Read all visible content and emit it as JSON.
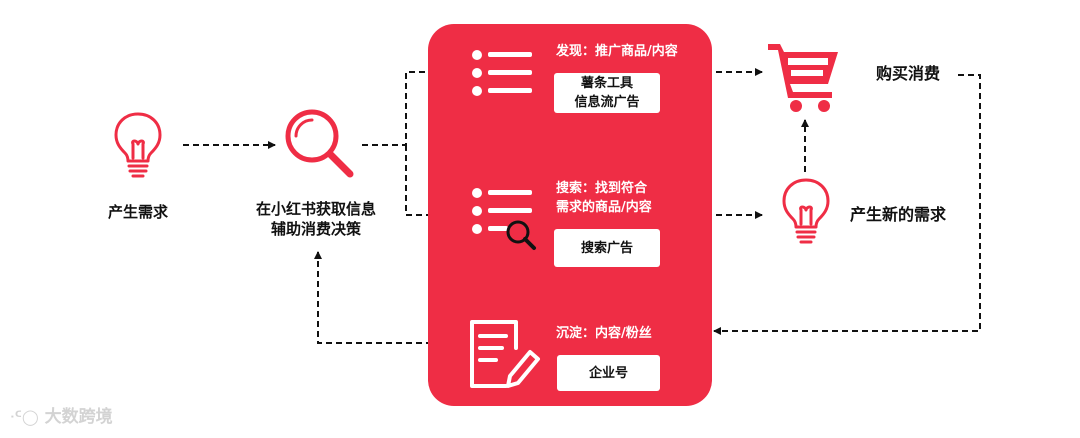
{
  "nodes": {
    "need": "产生需求",
    "search_line1": "在小红书获取信息",
    "search_line2": "辅助消费决策",
    "purchase": "购买消费",
    "new_need": "产生新的需求"
  },
  "panel": {
    "discover": {
      "title": "发现：推广商品/内容",
      "box_line1": "薯条工具",
      "box_line2": "信息流广告"
    },
    "search": {
      "title_line1": "搜索：找到符合",
      "title_line2": "需求的商品/内容",
      "box": "搜索广告"
    },
    "settle": {
      "title": "沉淀：内容/粉丝",
      "box": "企业号"
    }
  },
  "watermark": "大数跨境",
  "colors": {
    "accent": "#ef2d45",
    "arrow": "#111111"
  },
  "icons": [
    "lightbulb-icon",
    "magnifier-icon",
    "list-icon",
    "list-search-icon",
    "document-edit-icon",
    "shopping-cart-icon",
    "lightbulb-icon"
  ]
}
